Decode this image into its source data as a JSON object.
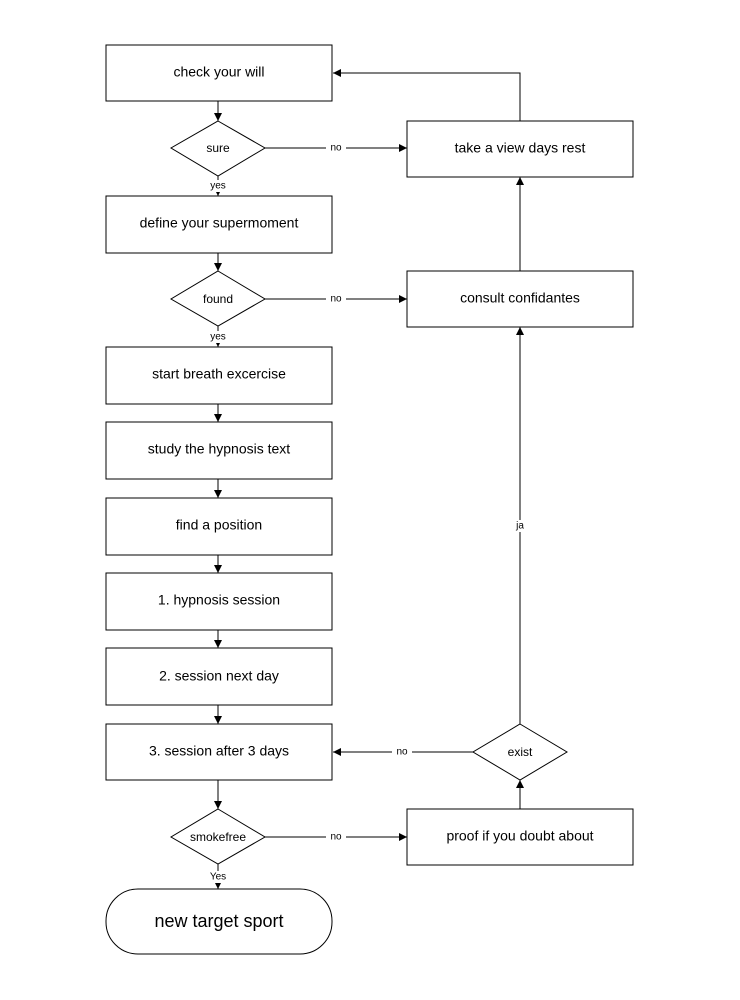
{
  "nodes": {
    "check_will": "check your will",
    "sure": "sure",
    "define_supermoment": "define your supermoment",
    "found": "found",
    "breath_excercise": "start breath excercise",
    "study_text": "study the hypnosis text",
    "find_position": "find a position",
    "session_1": "1. hypnosis session",
    "session_2": "2. session next day",
    "session_3": "3. session after 3 days",
    "smokefree": "smokefree",
    "target_sport": "new target sport",
    "take_rest": "take a view days rest",
    "consult": "consult confidantes",
    "exist": "exist",
    "proof_doubt": "proof if you doubt about"
  },
  "edges": {
    "sure_yes": "yes",
    "sure_no": "no",
    "found_yes": "yes",
    "found_no": "no",
    "exist_no": "no",
    "exist_ja": "ja",
    "smokefree_yes": "Yes",
    "smokefree_no": "no"
  }
}
